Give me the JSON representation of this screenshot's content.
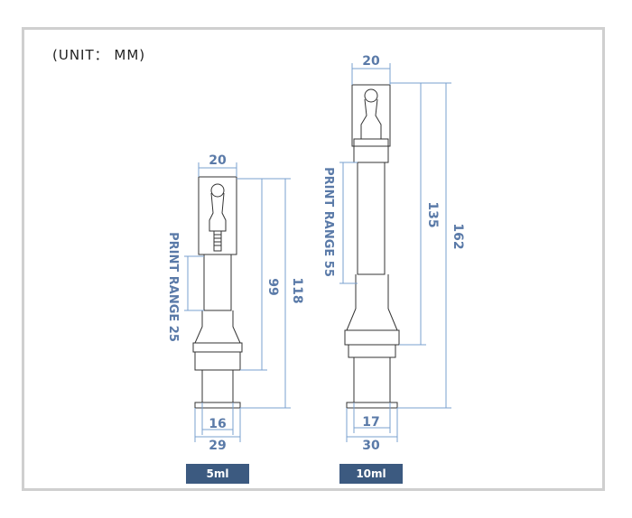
{
  "unit_label": "(UNIT： MM)",
  "products": [
    {
      "badge": "5ml",
      "dims": {
        "top_width": "20",
        "inner_height": "99",
        "total_height": "118",
        "neck_width": "16",
        "base_width": "29"
      },
      "print_range": "PRINT RANGE 25"
    },
    {
      "badge": "10ml",
      "dims": {
        "top_width": "20",
        "inner_height": "135",
        "total_height": "162",
        "neck_width": "17",
        "base_width": "30"
      },
      "print_range": "PRINT RANGE 55"
    }
  ],
  "colors": {
    "dimension": "#5a7aa8",
    "badge_bg": "#3c5a80",
    "outline": "#333333",
    "frame": "#cfcfcf"
  }
}
